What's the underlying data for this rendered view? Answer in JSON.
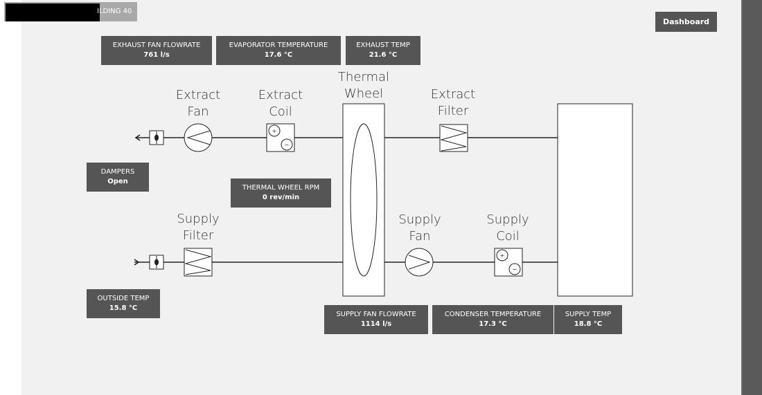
{
  "header": {
    "building_label": "ILDING 40",
    "dashboard_button": "Dashboard"
  },
  "tiles": {
    "exhaust_fan_flowrate": {
      "title": "EXHAUST FAN FLOWRATE",
      "value": "761 l/s"
    },
    "evaporator_temperature": {
      "title": "EVAPORATOR TEMPERATURE",
      "value": "17.6 °C"
    },
    "exhaust_temp": {
      "title": "EXHAUST TEMP",
      "value": "21.6 °C"
    },
    "dampers": {
      "title": "DAMPERS",
      "value": "Open"
    },
    "thermal_wheel_rpm": {
      "title": "THERMAL WHEEL RPM",
      "value": "0 rev/min"
    },
    "outside_temp": {
      "title": "OUTSIDE TEMP",
      "value": "15.8 °C"
    },
    "supply_fan_flowrate": {
      "title": "SUPPLY FAN FLOWRATE",
      "value": "1114 l/s"
    },
    "condenser_temperature": {
      "title": "CONDENSER TEMPERATURE",
      "value": "17.3 °C"
    },
    "supply_temp": {
      "title": "SUPPLY TEMP",
      "value": "18.8 °C"
    }
  },
  "labels": {
    "extract_fan": [
      "Extract",
      "Fan"
    ],
    "extract_coil": [
      "Extract",
      "Coil"
    ],
    "thermal_wheel": [
      "Thermal",
      "Wheel"
    ],
    "extract_filter": [
      "Extract",
      "Filter"
    ],
    "supply_filter": [
      "Supply",
      "Filter"
    ],
    "supply_fan": [
      "Supply",
      "Fan"
    ],
    "supply_coil": [
      "Supply",
      "Coil"
    ]
  },
  "coil_signs": {
    "plus": "+",
    "minus": "−"
  },
  "colors": {
    "tile_bg": "#555555",
    "panel_bg": "#f1f1f1",
    "line": "#222222"
  }
}
